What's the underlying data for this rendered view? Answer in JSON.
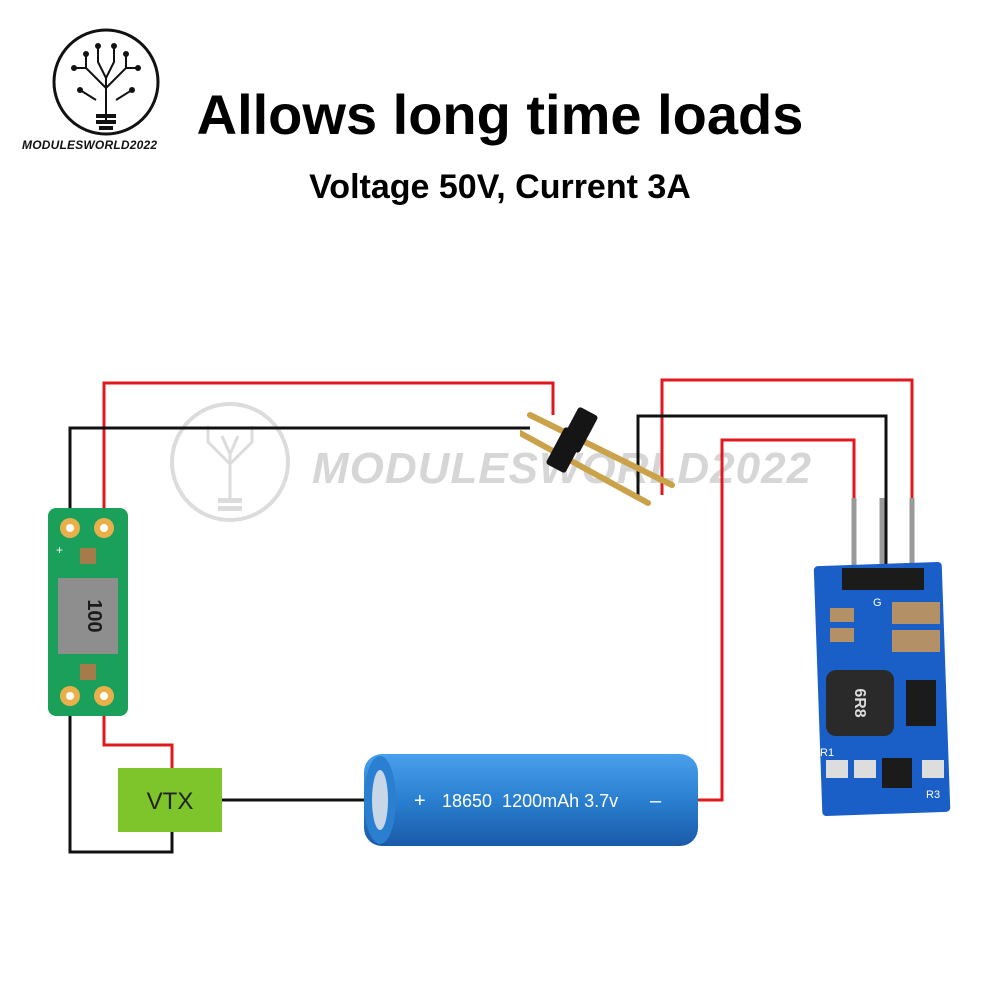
{
  "brand": {
    "logo_text": "MODULESWORLD2022",
    "watermark_text": "MODULESWORLD2022"
  },
  "header": {
    "title": "Allows long time loads",
    "subtitle": "Voltage 50V, Current 3A"
  },
  "diagram": {
    "vtx_label": "VTX",
    "battery": {
      "plus": "+",
      "label": "18650  1200mAh 3.7v",
      "minus": "–"
    },
    "inductor_marking": "100",
    "coil_marking": "6R8",
    "pcb_labels": {
      "r1": "R1",
      "r3": "R3",
      "g": "G"
    }
  },
  "colors": {
    "wire_red": "#e0191f",
    "wire_black": "#111111",
    "pcb_green": "#1aa05a",
    "pcb_blue": "#1a5fc8",
    "battery_blue": "#2a7fd0",
    "vtx_green": "#7dc52a"
  }
}
